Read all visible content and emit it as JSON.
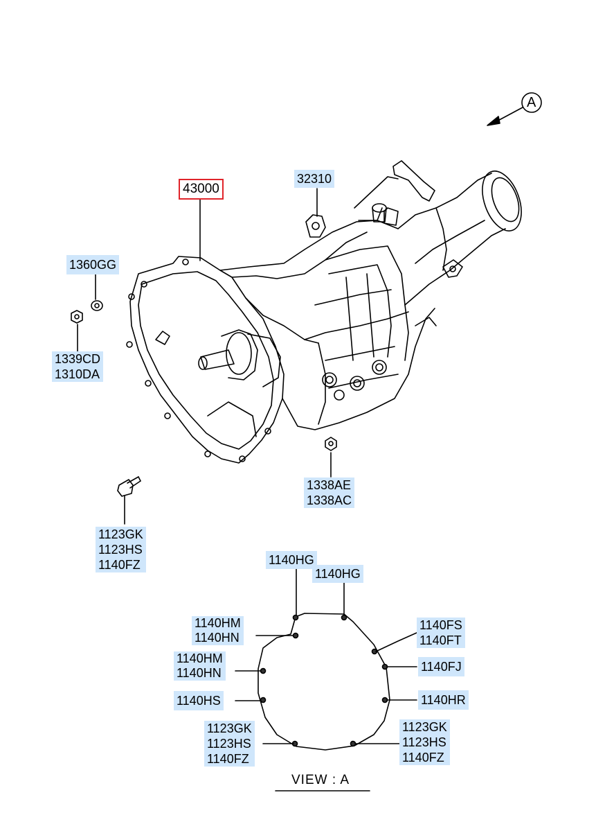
{
  "callout_letter": "A",
  "view_label": "VIEW :  A",
  "labels": {
    "p43000": "43000",
    "p32310": "32310",
    "p1360GG": "1360GG",
    "p1339CD": "1339CD",
    "p1310DA": "1310DA",
    "p1338AE": "1338AE",
    "p1338AC": "1338AC",
    "bolt_a": "1123GK",
    "bolt_b": "1123HS",
    "bolt_c": "1140FZ",
    "hg_left": "1140HG",
    "hg_right": "1140HG",
    "hm_1": "1140HM",
    "hn_1": "1140HN",
    "hm_2": "1140HM",
    "hn_2": "1140HN",
    "hs": "1140HS",
    "fs": "1140FS",
    "ft": "1140FT",
    "fj": "1140FJ",
    "hr": "1140HR",
    "bl_a": "1123GK",
    "bl_b": "1123HS",
    "bl_c": "1140FZ",
    "br_a": "1123GK",
    "br_b": "1123HS",
    "br_c": "1140FZ"
  }
}
